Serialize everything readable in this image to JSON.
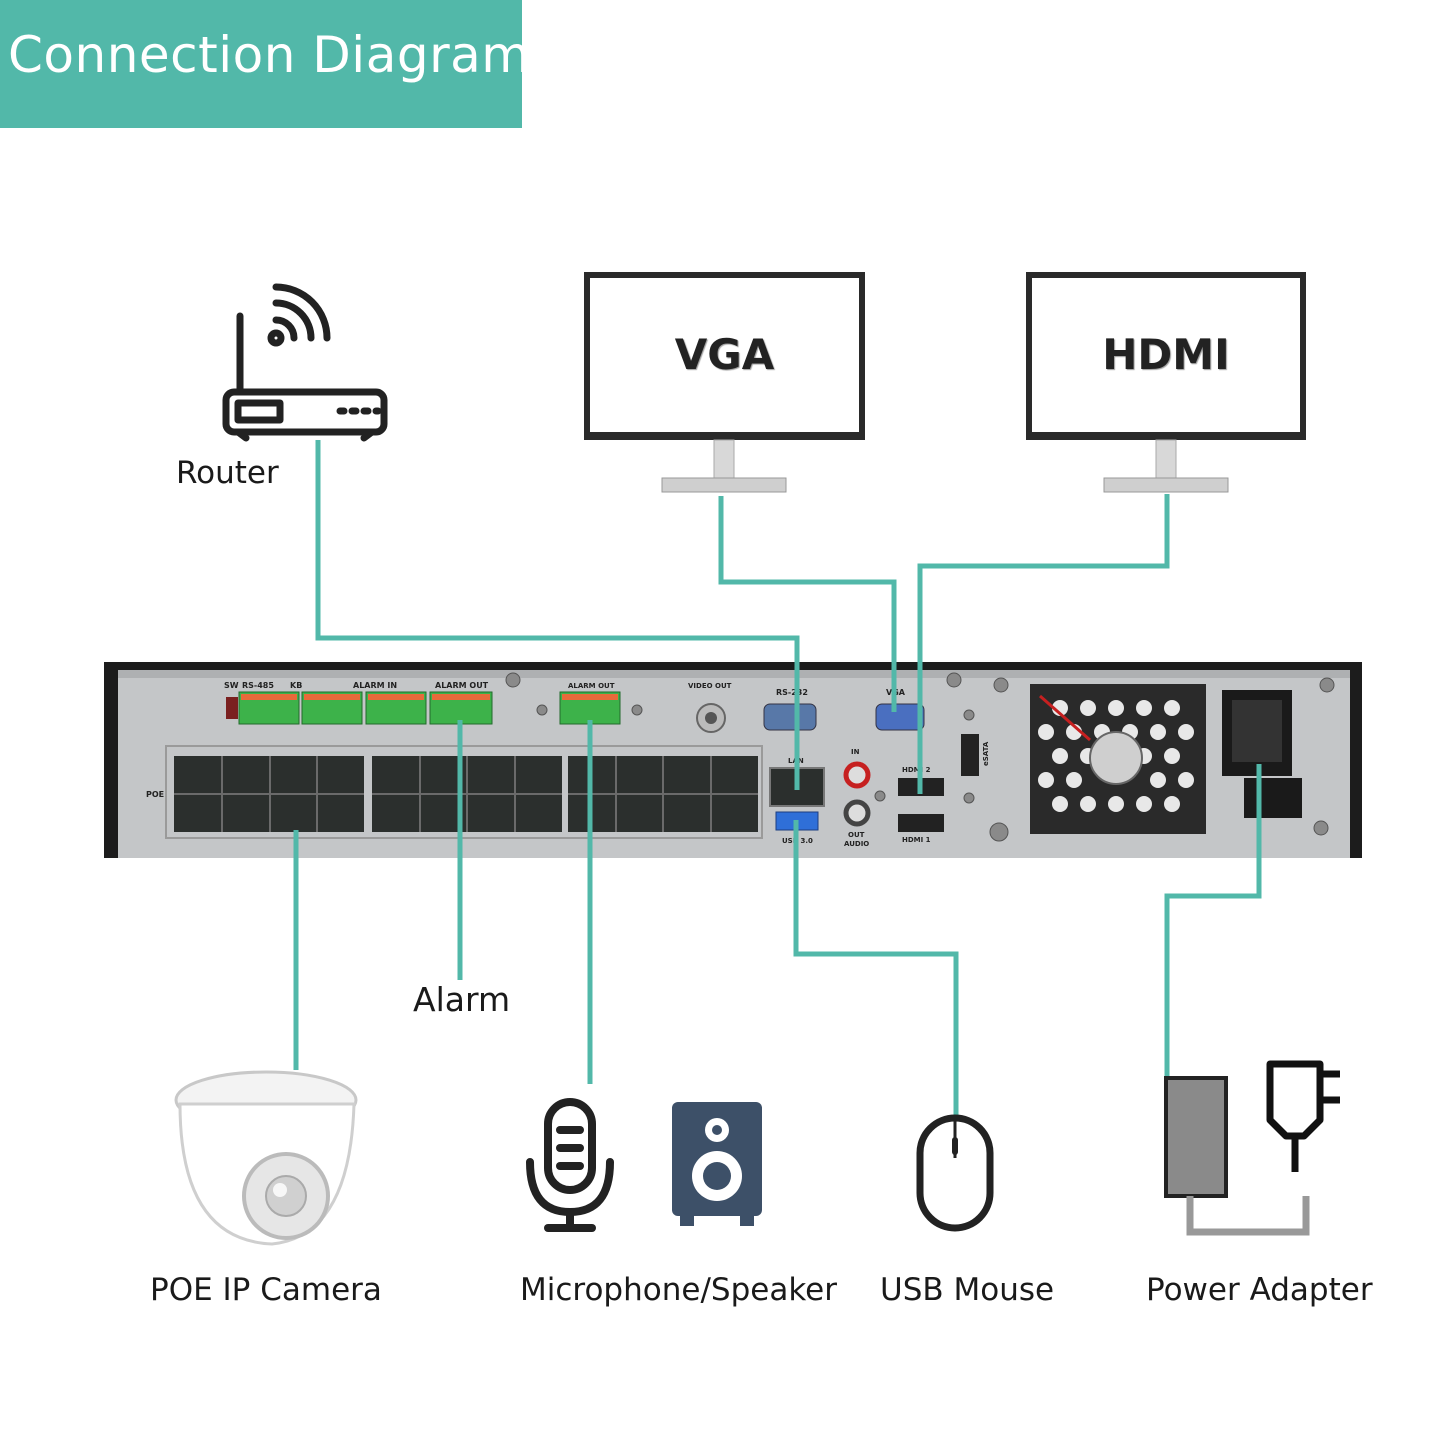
{
  "title": "Connection Diagram",
  "devices": {
    "router": "Router",
    "vga": "VGA",
    "hdmi": "HDMI",
    "alarm": "Alarm",
    "camera": "POE IP Camera",
    "mic_speaker": "Microphone/Speaker",
    "mouse": "USB Mouse",
    "power": "Power Adapter"
  },
  "nvr_labels": {
    "sw": "SW",
    "rs485": "RS-485",
    "kb": "KB",
    "alarm_in": "ALARM IN",
    "alarm_out": "ALARM OUT",
    "alarm_out2": "ALARM OUT",
    "video_out": "VIDEO OUT",
    "rs232": "RS-232",
    "vga": "VGA",
    "poe": "POE",
    "lan": "LAN",
    "usb": "USB 3.0",
    "in": "IN",
    "out": "OUT",
    "audio": "AUDIO",
    "hdmi2": "HDMI 2",
    "hdmi1": "HDMI 1",
    "esata": "eSATA"
  },
  "colors": {
    "accent": "#52b8a9",
    "chassis": "#c4c6c8",
    "chassis_dark": "#1c1c1c",
    "icon": "#222222",
    "speaker": "#3d5068"
  }
}
